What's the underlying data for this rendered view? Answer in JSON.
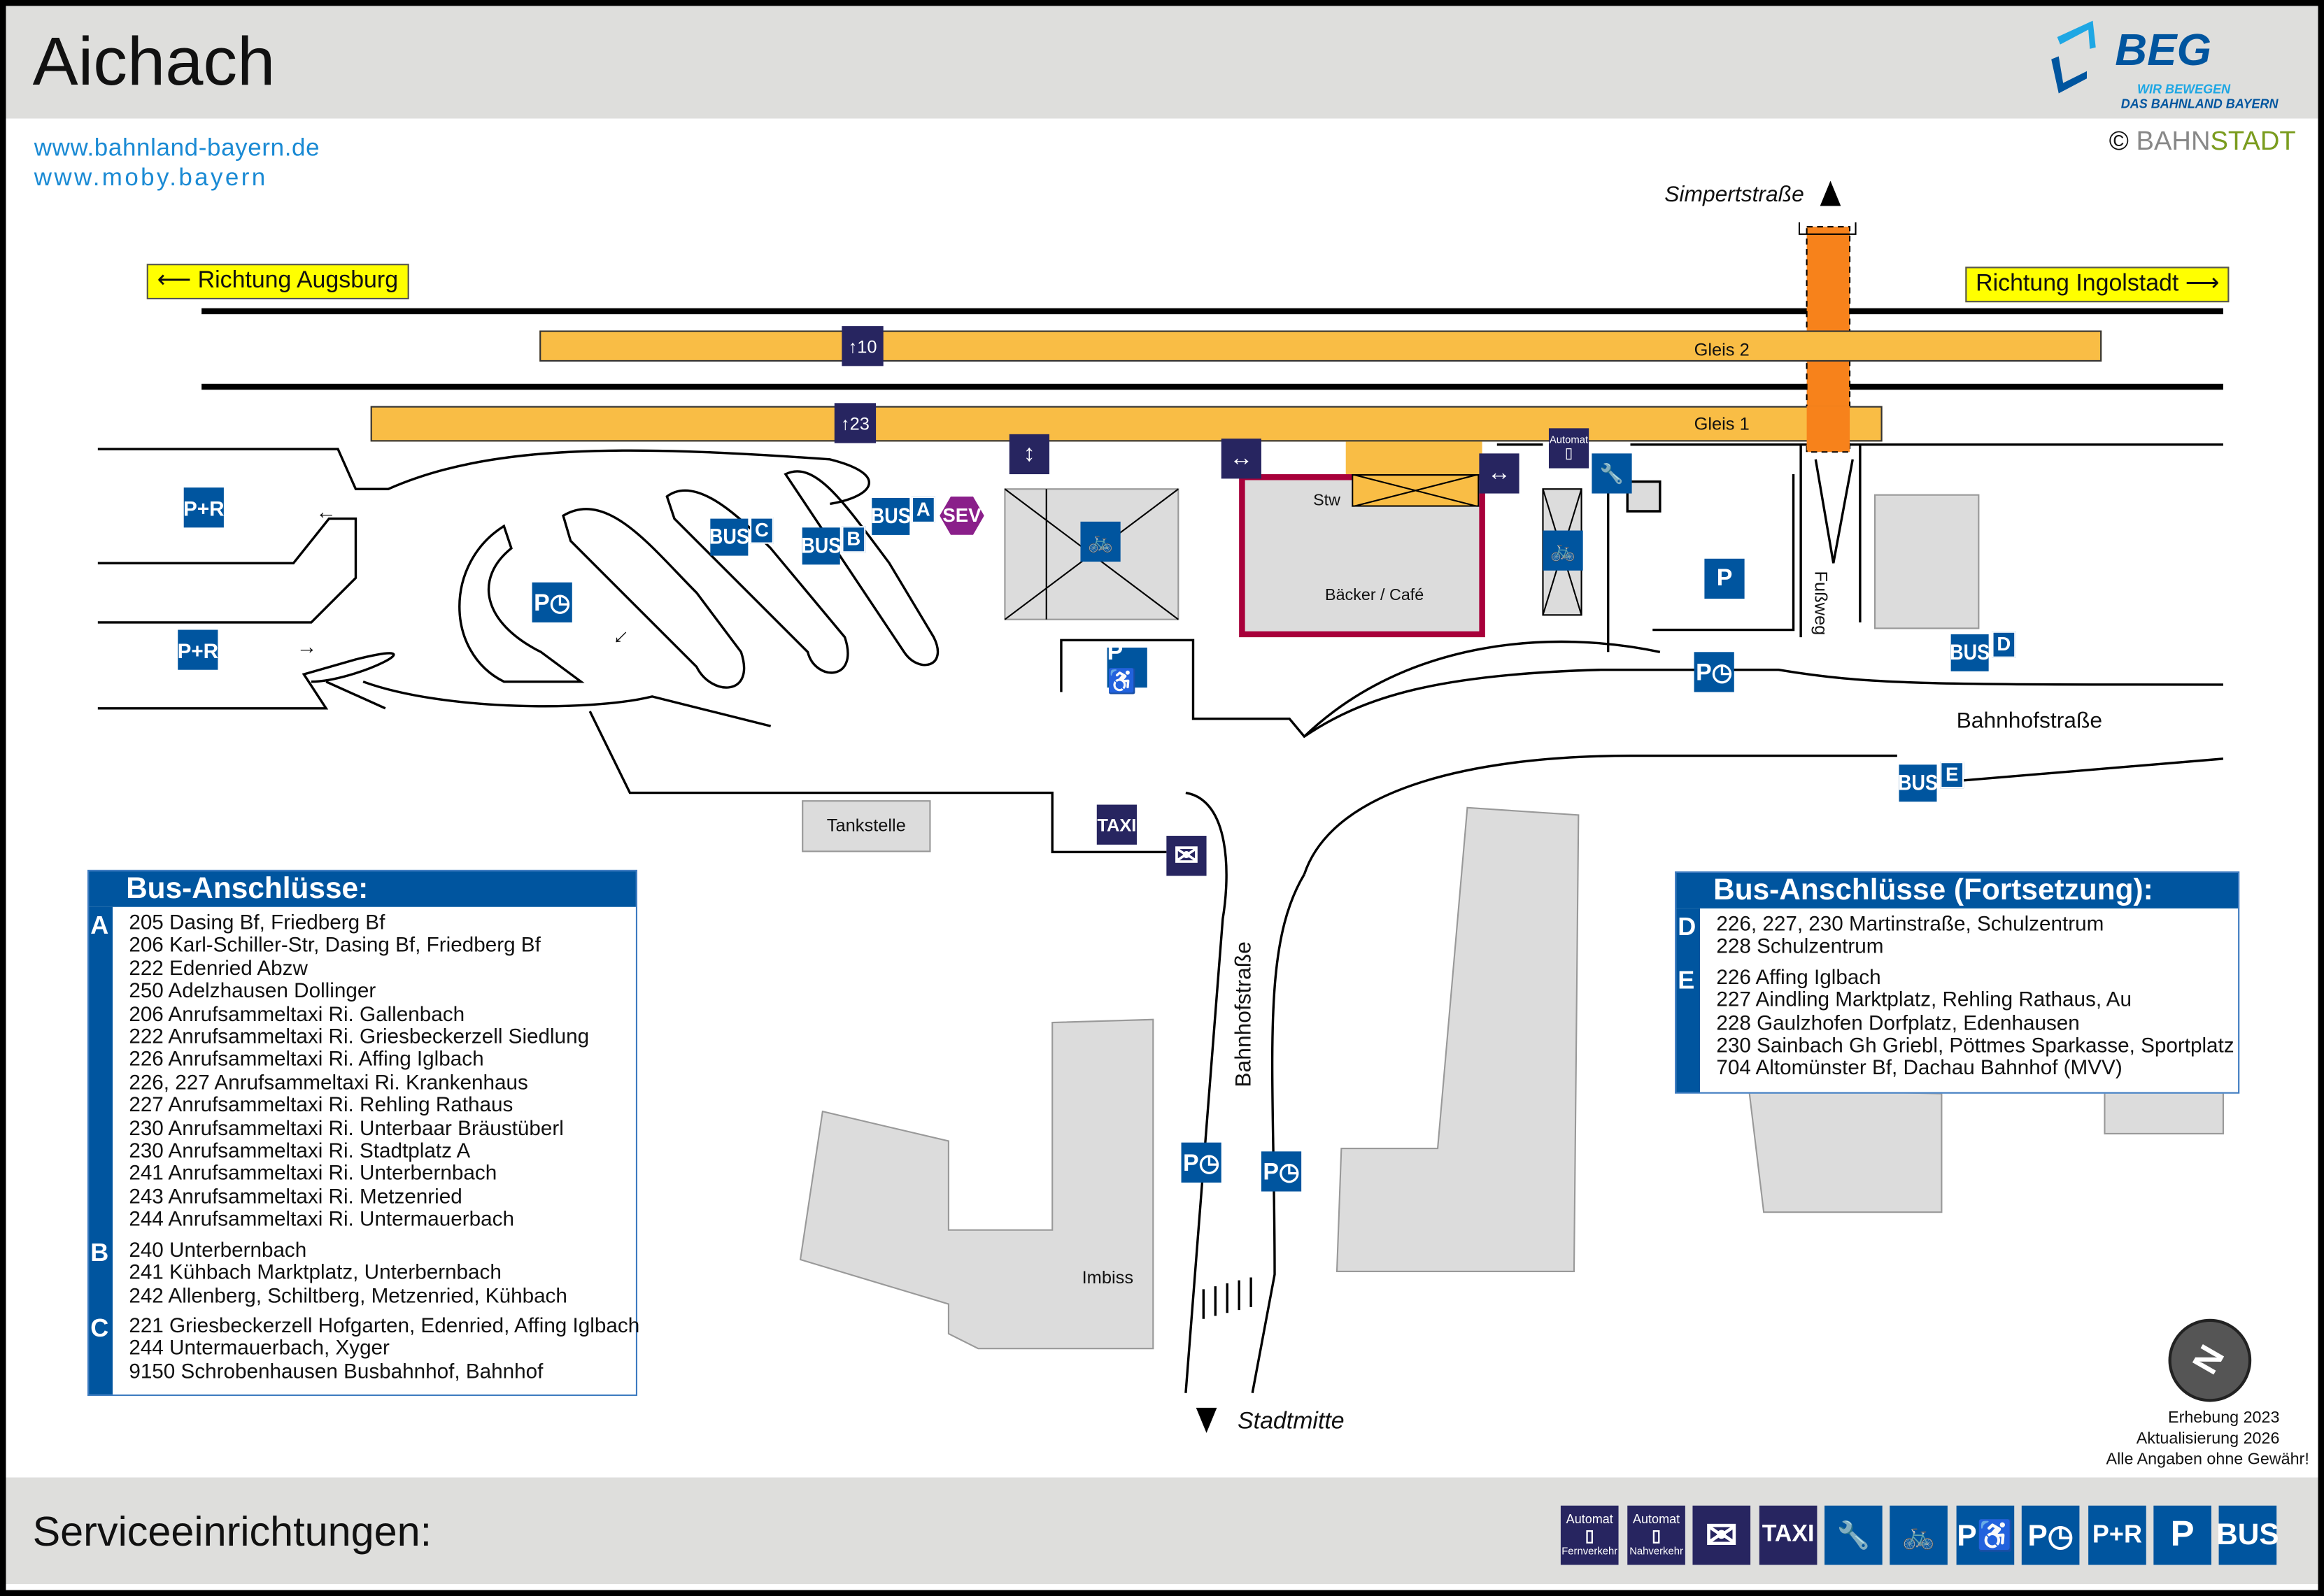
{
  "header": {
    "title": "Aichach",
    "links": [
      "www.bahnland-bayern.de",
      "www.moby.bayern"
    ],
    "beg_logo": {
      "name": "BEG",
      "tagline1": "WIR BEWEGEN",
      "tagline2": "DAS BAHNLAND BAYERN"
    },
    "copyright": {
      "symbol": "©",
      "brand_a": "BAHN",
      "brand_b": "STADT"
    }
  },
  "colors": {
    "accent": "#00559f",
    "dark": "#272560",
    "platform": "#f9bd45",
    "bridge": "#f7821b",
    "highlight": "#ffff00",
    "building": "#dcdcdc",
    "red": "#a8003a"
  },
  "map": {
    "directions": {
      "left": "Richtung Augsburg",
      "right": "Richtung Ingolstadt"
    },
    "tracks": {
      "gleis1": "Gleis 1",
      "gleis2": "Gleis 2",
      "sign10": "10",
      "sign23": "23"
    },
    "streets": {
      "simpert": "Simpertstraße",
      "bahnhof_h": "Bahnhofstraße",
      "bahnhof_v": "Bahnhofstraße",
      "fussweg": "Fußweg",
      "stadtmitte": "Stadtmitte"
    },
    "buildings": {
      "stw": "Stw",
      "cafe": "Bäcker / Café",
      "tankstelle": "Tankstelle",
      "imbiss": "Imbiss"
    },
    "stops": {
      "a": "A",
      "b": "B",
      "c": "C",
      "d": "D",
      "e": "E",
      "bus": "BUS",
      "sev": "SEV"
    },
    "icons": {
      "pr": "P+R",
      "p": "P",
      "taxi": "TAXI",
      "automat": "Automat"
    }
  },
  "bus_left": {
    "title": "Bus-Anschlüsse:",
    "groups": [
      {
        "letter": "A",
        "lines": [
          "205 Dasing Bf, Friedberg Bf",
          "206 Karl-Schiller-Str, Dasing Bf, Friedberg Bf",
          "222 Edenried Abzw",
          "250 Adelzhausen Dollinger",
          "206 Anrufsammeltaxi Ri. Gallenbach",
          "222 Anrufsammeltaxi Ri. Griesbeckerzell Siedlung",
          "226 Anrufsammeltaxi Ri. Affing Iglbach",
          "226, 227 Anrufsammeltaxi Ri. Krankenhaus",
          "227 Anrufsammeltaxi Ri. Rehling Rathaus",
          "230 Anrufsammeltaxi Ri. Unterbaar Bräustüberl",
          "230 Anrufsammeltaxi Ri. Stadtplatz A",
          "241 Anrufsammeltaxi Ri. Unterbernbach",
          "243 Anrufsammeltaxi Ri. Metzenried",
          "244 Anrufsammeltaxi Ri. Untermauerbach"
        ]
      },
      {
        "letter": "B",
        "lines": [
          "240 Unterbernbach",
          "241 Kühbach Marktplatz, Unterbernbach",
          "242 Allenberg, Schiltberg, Metzenried, Kühbach"
        ]
      },
      {
        "letter": "C",
        "lines": [
          "221 Griesbeckerzell Hofgarten, Edenried, Affing Iglbach",
          "244 Untermauerbach, Xyger",
          "9150 Schrobenhausen Busbahnhof, Bahnhof"
        ]
      }
    ]
  },
  "bus_right": {
    "title": "Bus-Anschlüsse (Fortsetzung):",
    "groups": [
      {
        "letter": "D",
        "lines": [
          "226, 227, 230 Martinstraße, Schulzentrum",
          "228 Schulzentrum"
        ]
      },
      {
        "letter": "E",
        "lines": [
          "226 Affing Iglbach",
          "227 Aindling Marktplatz, Rehling Rathaus, Au",
          "228 Gaulzhofen Dorfplatz, Edenhausen",
          "230 Sainbach Gh Griebl, Pöttmes Sparkasse, Sportplatz",
          "704 Altomünster Bf, Dachau Bahnhof (MVV)"
        ]
      }
    ]
  },
  "notes": {
    "survey": "Erhebung 2023",
    "update": "Aktualisierung 2026",
    "disclaimer": "Alle Angaben ohne Gewähr!",
    "north": "N"
  },
  "footer": {
    "title": "Serviceeinrichtungen:",
    "icons": [
      {
        "top": "Automat",
        "bottom": "Fernverkehr"
      },
      {
        "top": "Automat",
        "bottom": "Nahverkehr"
      },
      {
        "label": "mail"
      },
      {
        "label": "TAXI"
      },
      {
        "label": "bike-service"
      },
      {
        "label": "bike-parking"
      },
      {
        "label": "P"
      },
      {
        "label": "P"
      },
      {
        "label": "P+R"
      },
      {
        "label": "P"
      },
      {
        "label": "BUS"
      }
    ]
  }
}
